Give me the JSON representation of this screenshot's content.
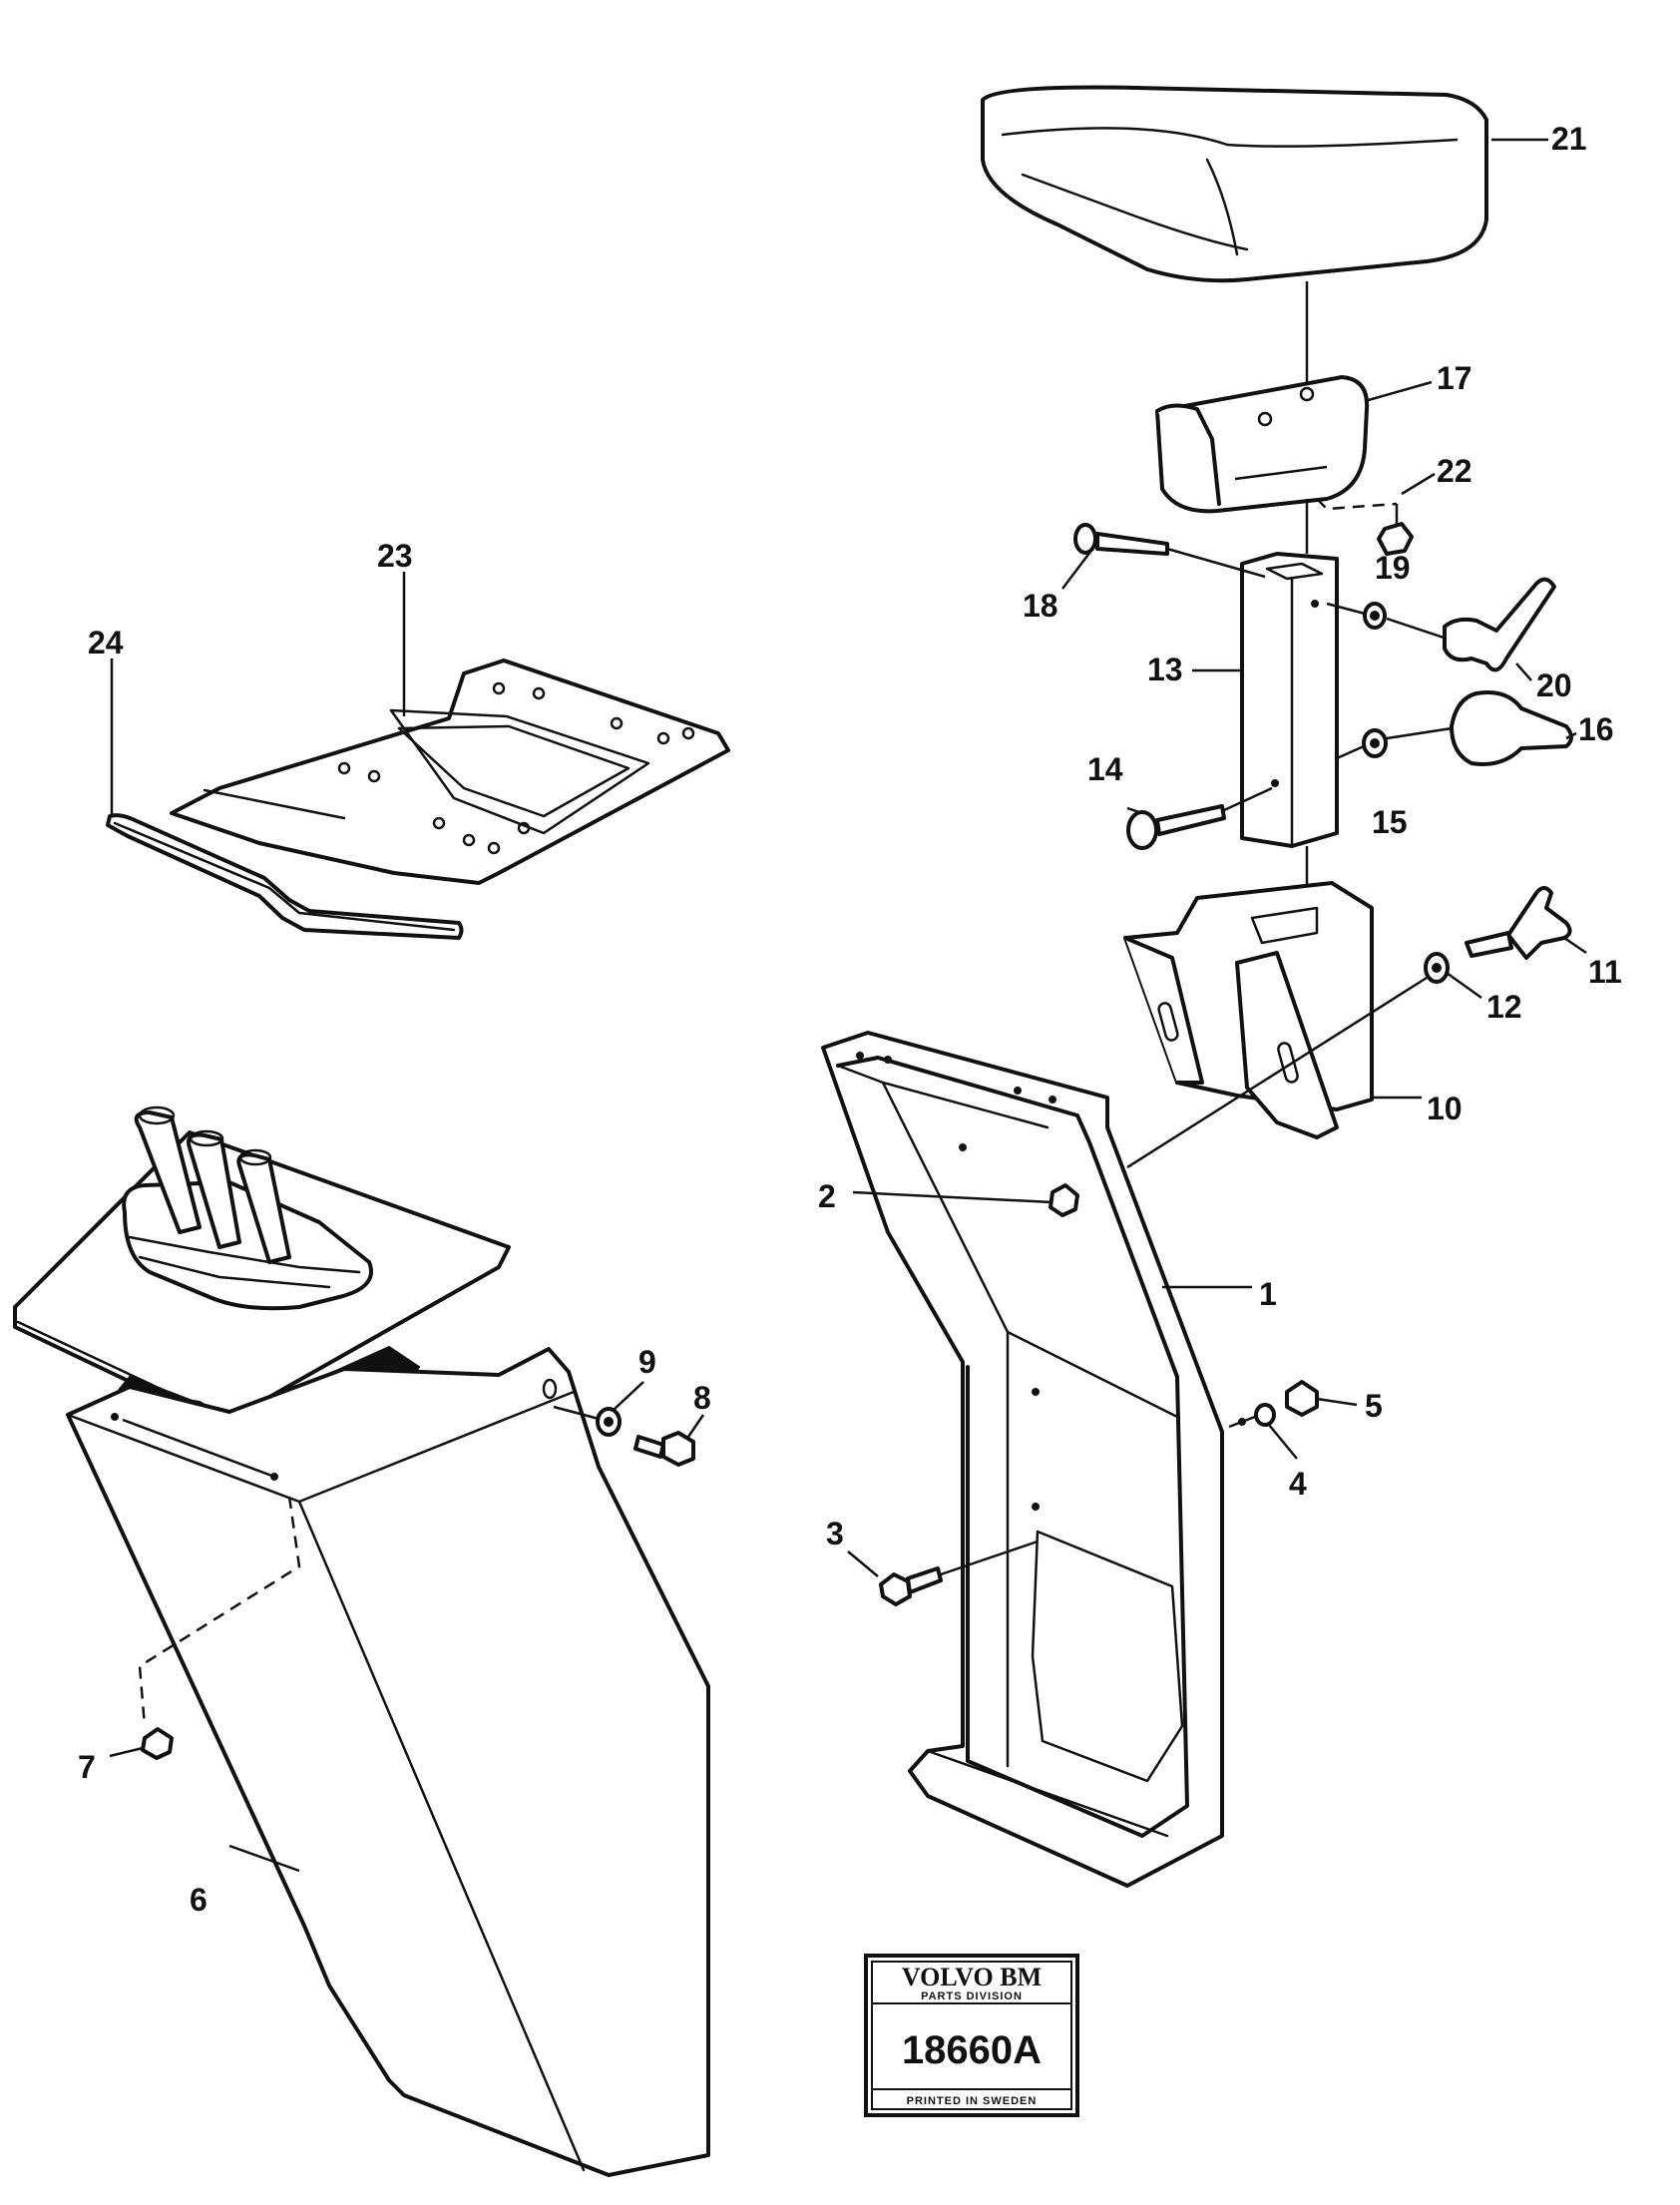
{
  "drawing": {
    "callouts": [
      "1",
      "2",
      "3",
      "4",
      "5",
      "6",
      "7",
      "8",
      "9",
      "10",
      "11",
      "12",
      "13",
      "14",
      "15",
      "16",
      "17",
      "18",
      "19",
      "20",
      "21",
      "22",
      "23",
      "24"
    ]
  },
  "stamp": {
    "brand": "VOLVO BM",
    "division": "PARTS DIVISION",
    "number": "18660A",
    "printed": "PRINTED IN SWEDEN"
  }
}
